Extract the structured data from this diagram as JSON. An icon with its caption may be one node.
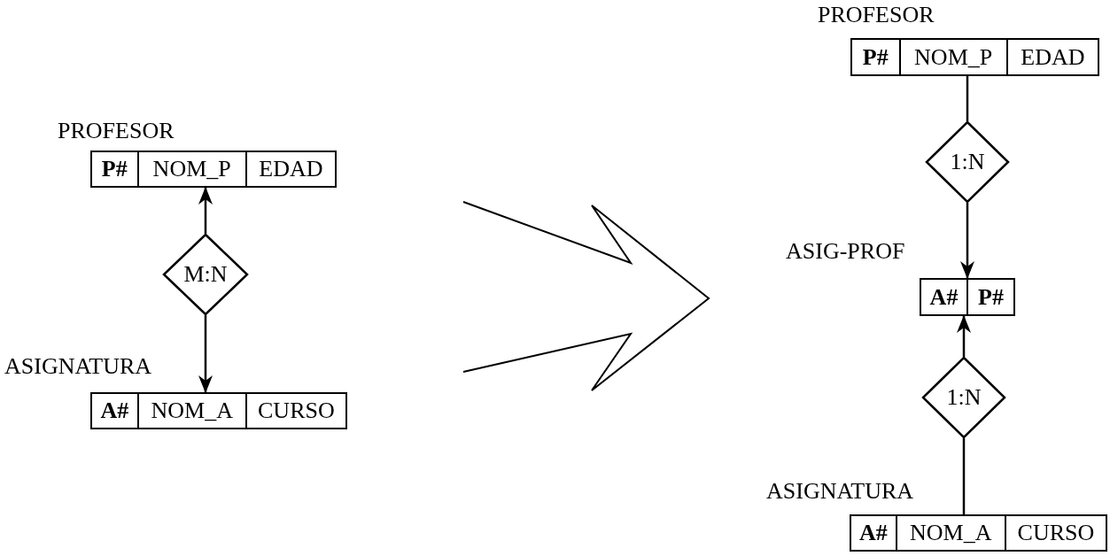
{
  "diagram": {
    "nodes": [
      {
        "text": [
          "PROFESOR",
          "P#",
          "NOM_P",
          "EDAD"
        ]
      },
      {
        "text": [
          "M:N"
        ]
      },
      {
        "text": [
          "ASIGNATURA",
          "A#",
          "NOM_A",
          "CURSO"
        ]
      },
      {
        "text": [
          "PROFESOR",
          "P#",
          "NOM_P",
          "EDAD"
        ]
      },
      {
        "text": [
          "1:N"
        ]
      },
      {
        "text": [
          "ASIG-PROF",
          "A#",
          "P#"
        ]
      },
      {
        "text": [
          "1:N"
        ]
      },
      {
        "text": [
          "ASIGNATURA",
          "A#",
          "NOM_A",
          "CURSO"
        ]
      }
    ],
    "edges": [
      {
        "from": 1,
        "to": 0,
        "arrow": "to"
      },
      {
        "from": 1,
        "to": 2,
        "arrow": "to"
      },
      {
        "from": 3,
        "to": 4,
        "arrow": "none"
      },
      {
        "from": 4,
        "to": 5,
        "arrow": "to"
      },
      {
        "from": 6,
        "to": 5,
        "arrow": "to"
      },
      {
        "from": 6,
        "to": 7,
        "arrow": "none"
      }
    ]
  }
}
